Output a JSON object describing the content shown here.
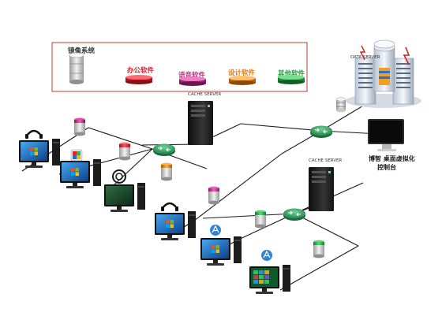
{
  "legend": {
    "items": [
      {
        "label": "镜像系统",
        "color": "#c9c9c9"
      },
      {
        "label": "办公软件",
        "color": "#e0242e"
      },
      {
        "label": "语音软件",
        "color": "#c2338e"
      },
      {
        "label": "设计软件",
        "color": "#f08a1c"
      },
      {
        "label": "其他软件",
        "color": "#2fb34a"
      }
    ]
  },
  "servers": {
    "cache_top": "CACHE SERVER",
    "cache_mid": "CACHE SERVER",
    "data": "DATA SERVER"
  },
  "console": {
    "line1": "博智 桌面虚拟化",
    "line2": "控制台"
  },
  "colors": {
    "router": "#2f9e5c",
    "tower": "#1d1d1d",
    "line": "#1a1a1a",
    "legend_border": "#c0392b"
  }
}
